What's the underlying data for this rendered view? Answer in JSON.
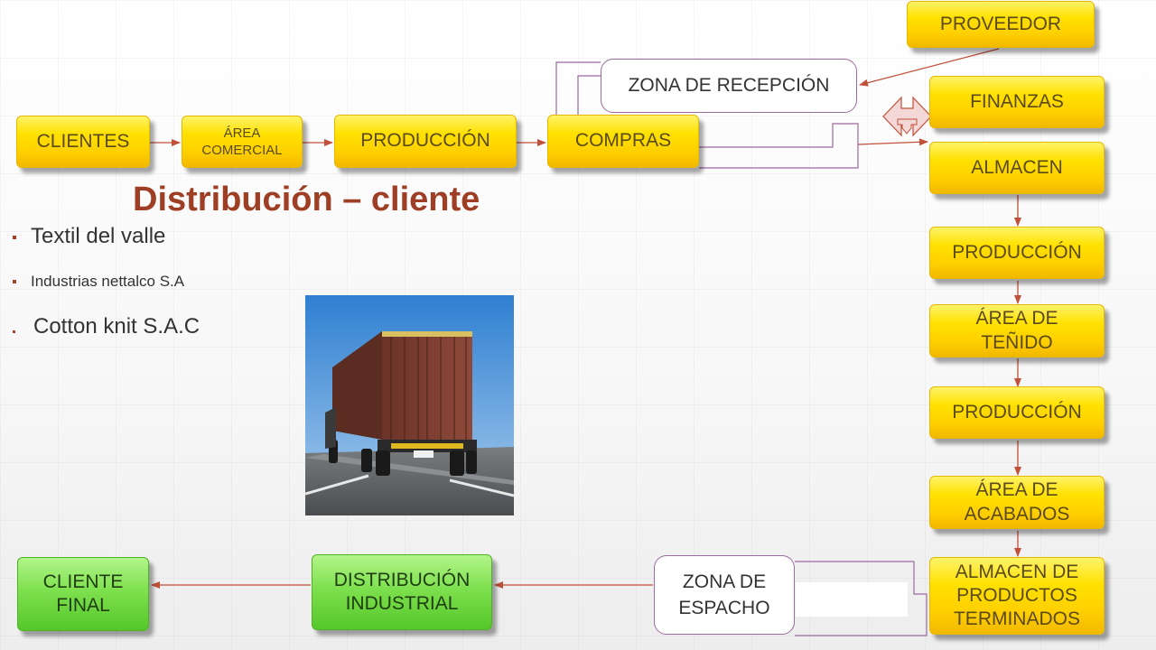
{
  "title": "Distribución – cliente",
  "bullets": [
    {
      "text": "Textil del valle"
    },
    {
      "text": "Industrias nettalco S.A"
    },
    {
      "text": "Cotton knit S.A.C"
    }
  ],
  "nodes": {
    "clientes": "CLIENTES",
    "area_comercial": "ÁREA COMERCIAL",
    "produccion_top": "PRODUCCIÓN",
    "compras": "COMPRAS",
    "zona_recepcion": "ZONA DE RECEPCIÓN",
    "proveedor": "PROVEEDOR",
    "finanzas": "FINANZAS",
    "almacen": "ALMACEN",
    "produccion_1": "PRODUCCIÓN",
    "area_tenido": "ÁREA DE TEÑIDO",
    "produccion_2": "PRODUCCIÓN",
    "area_acabados": "ÁREA DE ACABADOS",
    "almacen_productos": "ALMACEN DE PRODUCTOS TERMINADOS",
    "zona_despacho": "ZONA DE ESPACHO",
    "distribucion_industrial": "DISTRIBUCIÓN INDUSTRIAL",
    "cliente_final": "CLIENTE FINAL"
  },
  "colors": {
    "node_fill": "#ffd800",
    "final_fill": "#7ee04e",
    "title": "#9e3e24",
    "arrow": "#c0503a"
  }
}
